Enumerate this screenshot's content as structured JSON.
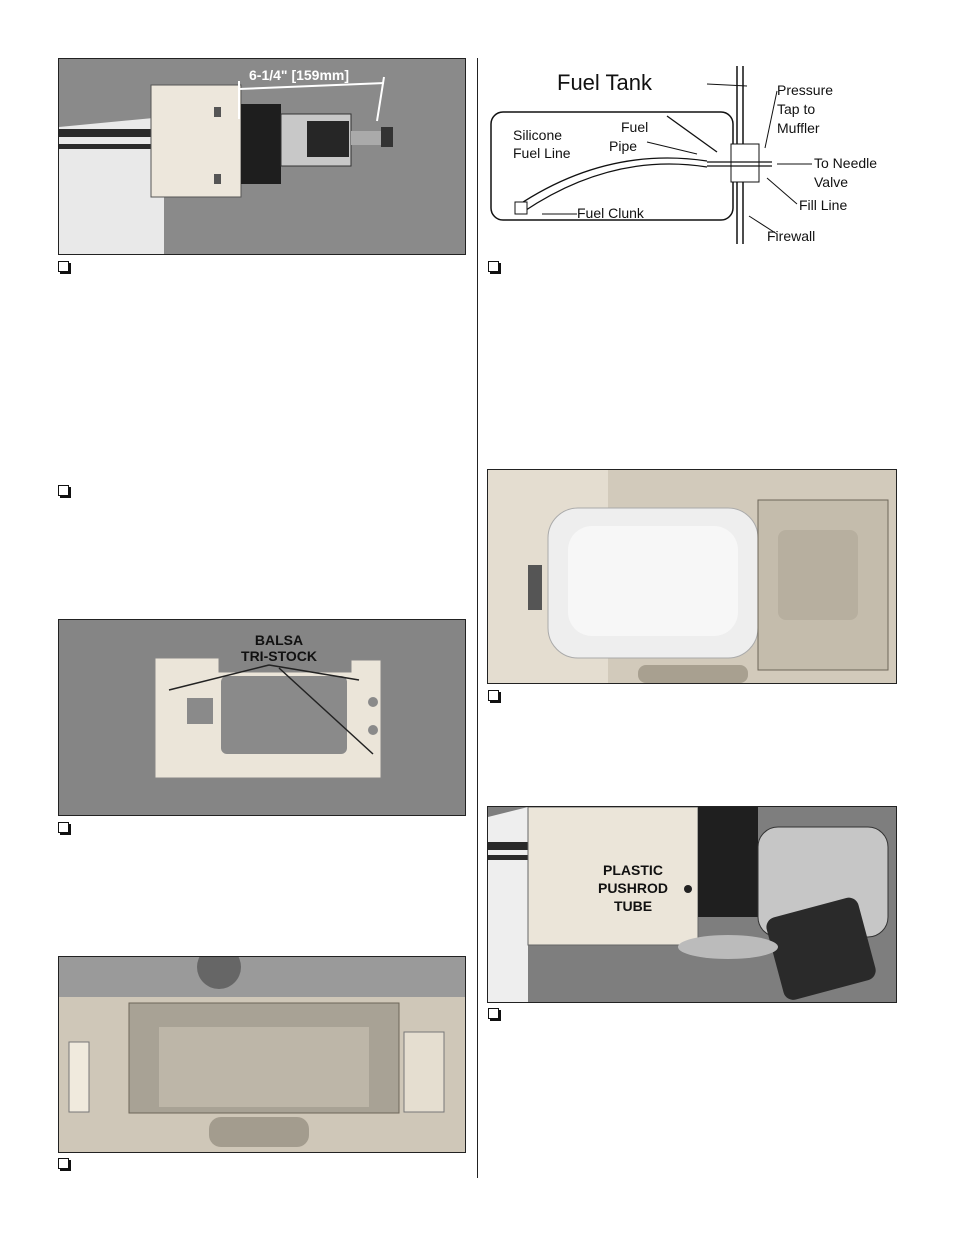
{
  "photo_engine": {
    "dimension_label": "6-1/4\" [159mm]"
  },
  "photo_mount": {
    "label_line1": "BALSA",
    "label_line2": "TRI-STOCK"
  },
  "photo_pushrod": {
    "label_line1": "PLASTIC",
    "label_line2": "PUSHROD",
    "label_line3": "TUBE"
  },
  "diagram": {
    "title": "Fuel Tank",
    "silicone_line1": "Silicone",
    "silicone_line2": "Fuel Line",
    "fuel_pipe_line1": "Fuel",
    "fuel_pipe_line2": "Pipe",
    "fuel_clunk": "Fuel Clunk",
    "pressure_line1": "Pressure",
    "pressure_line2": "Tap to",
    "pressure_line3": "Muffler",
    "needle_line1": "To Needle",
    "needle_line2": "Valve",
    "fill_line": "Fill Line",
    "firewall": "Firewall"
  },
  "colors": {
    "photo_gray": "#7a7a7a",
    "wood": "#e8e2d6",
    "ink": "#111111"
  }
}
